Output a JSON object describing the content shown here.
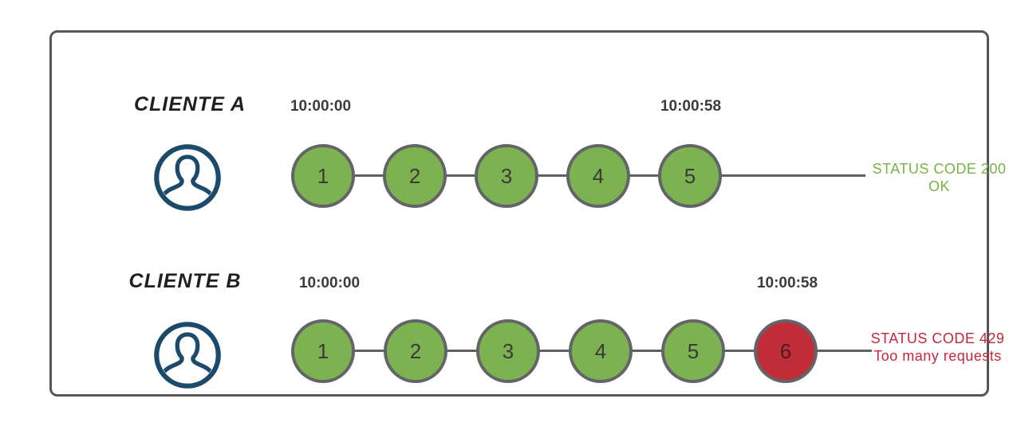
{
  "colors": {
    "request_ok_fill": "#7cb350",
    "request_blocked_fill": "#c22b38",
    "status_ok_text": "#77b342",
    "status_error_text": "#c4273b",
    "avatar_stroke": "#1b4a6a",
    "timeline_line": "#5f6065",
    "circle_border": "#636468",
    "frame_border": "#55565a",
    "timestamp_text": "#3b3b3b"
  },
  "rows": [
    {
      "client": "CLIENTE A",
      "time_start": "10:00:00",
      "time_end": "10:00:58",
      "requests": [
        "1",
        "2",
        "3",
        "4",
        "5"
      ],
      "status": {
        "line1": "STATUS CODE 200",
        "line2": "OK",
        "type": "success"
      }
    },
    {
      "client": "CLIENTE B",
      "time_start": "10:00:00",
      "time_end": "10:00:58",
      "requests": [
        "1",
        "2",
        "3",
        "4",
        "5",
        "6"
      ],
      "status": {
        "line1": "STATUS CODE 429",
        "line2": "Too many requests",
        "type": "error"
      }
    }
  ]
}
